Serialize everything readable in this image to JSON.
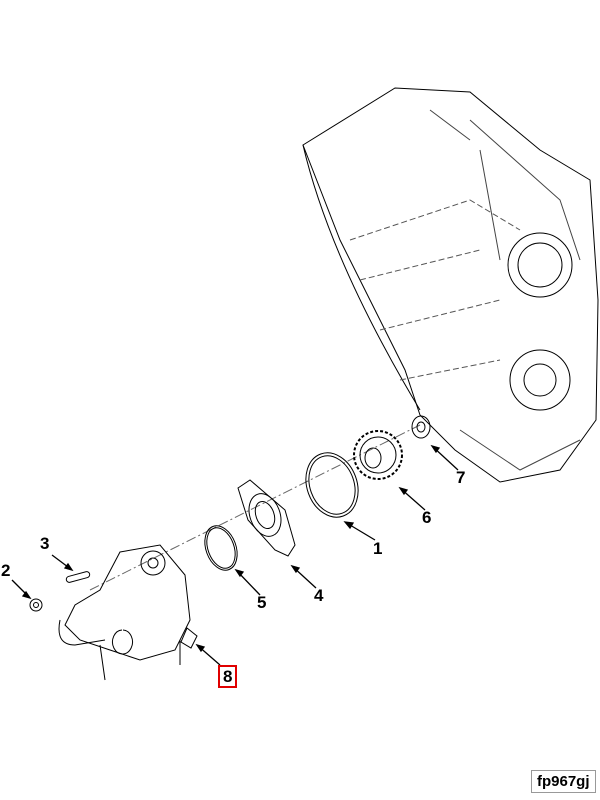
{
  "callouts": [
    {
      "id": "1",
      "label": "1"
    },
    {
      "id": "2",
      "label": "2"
    },
    {
      "id": "3",
      "label": "3"
    },
    {
      "id": "4",
      "label": "4"
    },
    {
      "id": "5",
      "label": "5"
    },
    {
      "id": "6",
      "label": "6"
    },
    {
      "id": "7",
      "label": "7"
    },
    {
      "id": "8",
      "label": "8"
    }
  ],
  "highlighted_callout": "8",
  "highlight_color": "#e00000",
  "figure_id": "fp967gj"
}
